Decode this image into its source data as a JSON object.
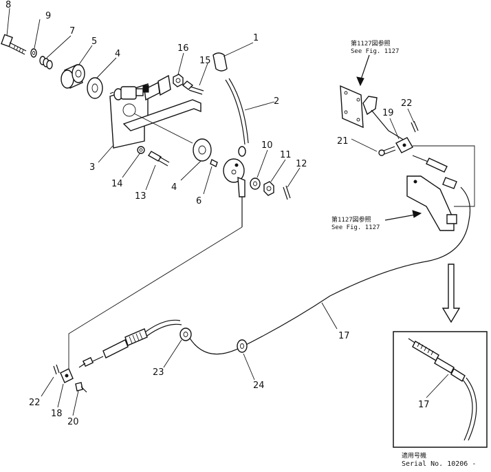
{
  "callouts": [
    "1",
    "2",
    "3",
    "4",
    "4",
    "5",
    "6",
    "7",
    "8",
    "9",
    "10",
    "11",
    "12",
    "13",
    "14",
    "15",
    "16",
    "17",
    "17",
    "18",
    "19",
    "20",
    "21",
    "22",
    "22",
    "23",
    "24"
  ],
  "references": {
    "upper": {
      "jp": "第1127図参照",
      "en": "See Fig. 1127"
    },
    "middle": {
      "jp": "第1127図参照",
      "en": "See Fig. 1127"
    }
  },
  "inset": {
    "serial_jp": "適用号機",
    "serial_en": "Serial No. 10206 -"
  }
}
